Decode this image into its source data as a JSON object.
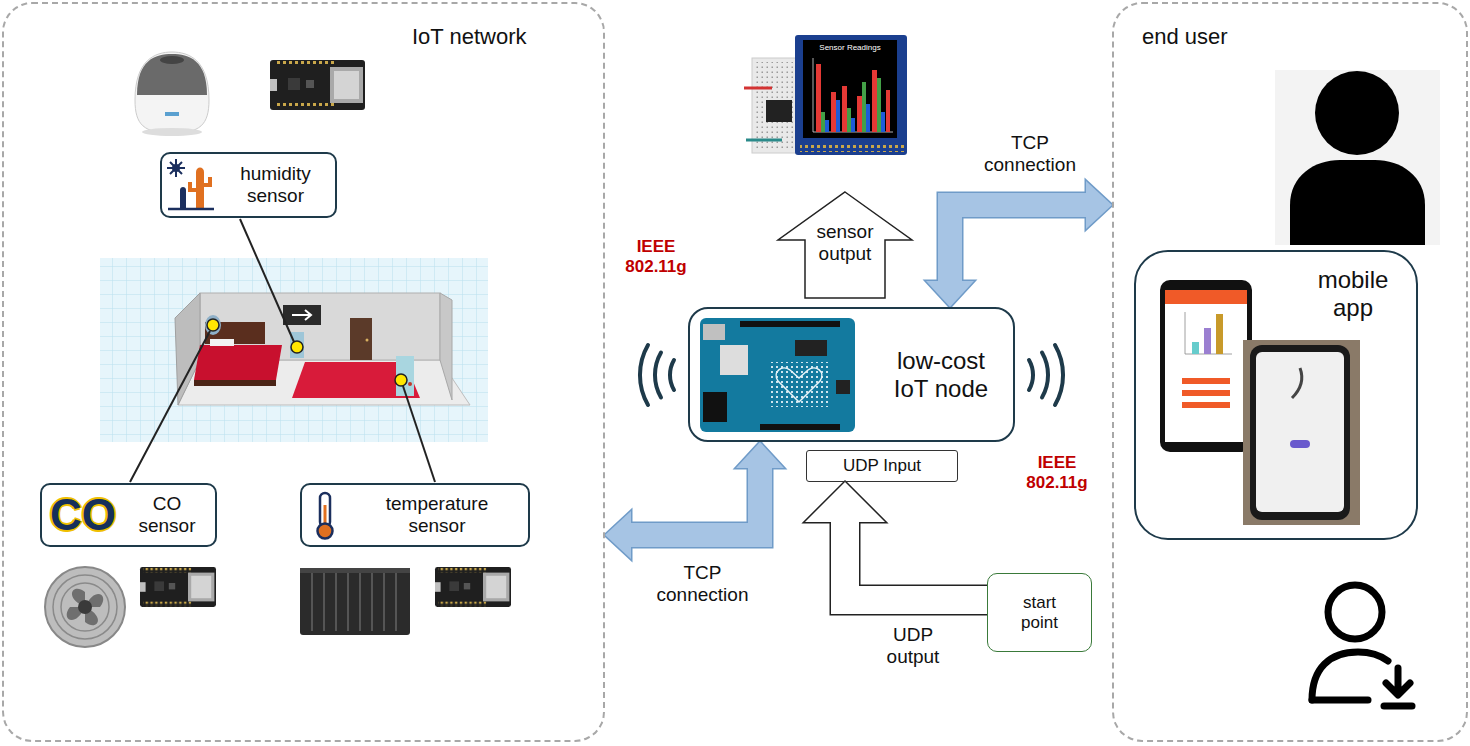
{
  "diagram": {
    "nodes": [
      {
        "text": [
          "IoT network"
        ]
      },
      {
        "text": [
          "humidity sensor"
        ],
        "in": 0
      },
      {
        "text": [
          "CO",
          "CO sensor"
        ],
        "in": 0
      },
      {
        "text": [
          "temperature sensor"
        ],
        "in": 0
      },
      {
        "text": [
          "low-cost IoT node"
        ]
      },
      {
        "text": [
          "UDP Input"
        ]
      },
      {
        "text": [
          "start point"
        ]
      },
      {
        "text": [
          "end user"
        ]
      },
      {
        "text": [
          "mobile app"
        ],
        "in": 7
      }
    ],
    "edges": [
      {
        "from": 4,
        "to": 7,
        "label": "TCP connection",
        "arrow": "both"
      },
      {
        "from": 4,
        "to": 0,
        "label": "TCP connection",
        "arrow": "both"
      },
      {
        "from": 6,
        "to": 5,
        "label": "UDP output",
        "arrow": "to"
      }
    ],
    "labels": [
      "sensor output",
      "IEEE 802.11g",
      "IEEE 802.11g",
      "Sensor Readings"
    ]
  }
}
